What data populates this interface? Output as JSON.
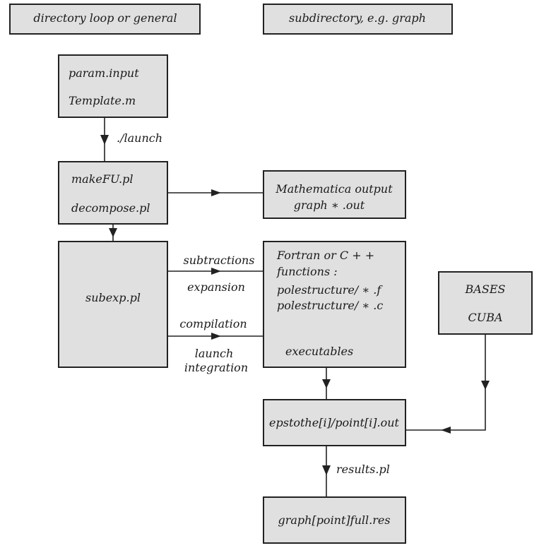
{
  "legend": {
    "general": "directory loop or general",
    "subdirectory": "subdirectory, e.g. graph"
  },
  "boxes": {
    "inputs": [
      "param.input",
      "Template.m"
    ],
    "make": [
      "makeFU.pl",
      "decompose.pl"
    ],
    "mathematica": [
      "Mathematica output",
      "graph ∗ .out"
    ],
    "subexp": "subexp.pl",
    "functions": [
      "Fortran or C + +",
      "functions :",
      "polestructure/ ∗ .f",
      "polestructure/ ∗ .c",
      "executables"
    ],
    "bases": [
      "BASES",
      "CUBA"
    ],
    "epstothe": "epstothe[i]/point[i].out",
    "fullres": "graph[point]full.res"
  },
  "edges": {
    "launch": "./launch",
    "subtractions": "subtractions",
    "expansion": "expansion",
    "compilation": "compilation",
    "launch_integration": [
      "launch",
      "integration"
    ],
    "results": "results.pl"
  }
}
